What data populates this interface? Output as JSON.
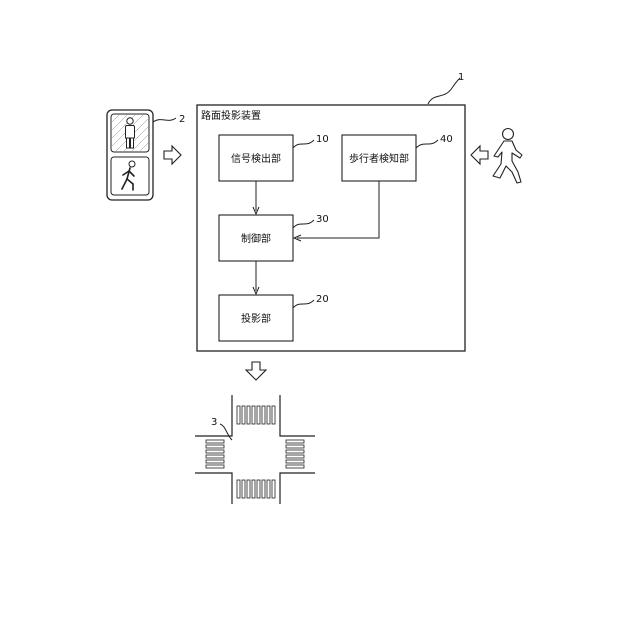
{
  "device": {
    "ref": "1",
    "title": "路面投影装置"
  },
  "signal_light": {
    "ref": "2"
  },
  "crossing": {
    "ref": "3"
  },
  "blocks": {
    "signal_detector": {
      "label": "信号検出部",
      "ref": "10"
    },
    "projector": {
      "label": "投影部",
      "ref": "20"
    },
    "controller": {
      "label": "制御部",
      "ref": "30"
    },
    "pedestrian_detector": {
      "label": "歩行者検知部",
      "ref": "40"
    }
  }
}
